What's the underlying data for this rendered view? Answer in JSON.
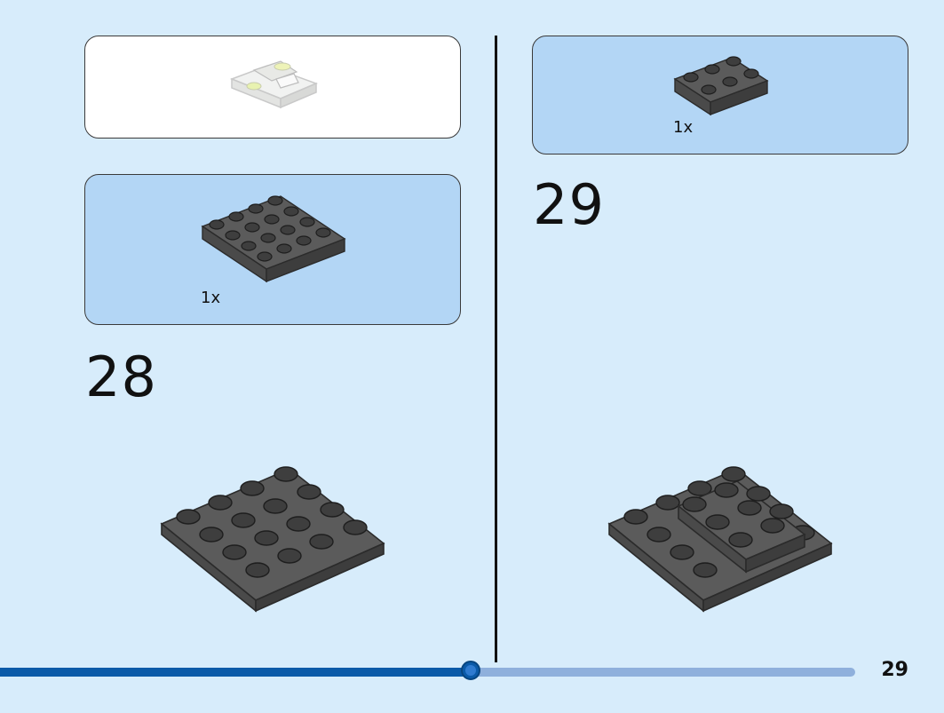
{
  "step_28": {
    "number": "28",
    "parts_quantity": "1x",
    "part_name": "plate-4x4-dark-gray"
  },
  "step_29": {
    "number": "29",
    "parts_quantity": "1x",
    "part_name": "plate-2x3-dark-gray"
  },
  "page_number": "29",
  "progress": {
    "fraction": 0.55
  },
  "colors": {
    "background": "#d7ecfb",
    "parts_panel": "#b3d6f5",
    "brick_top": "#5b5b5b",
    "brick_side": "#464646",
    "progress_fill": "#0a5aa8",
    "progress_track": "#8fb0dc"
  },
  "icons": [
    "previous-step-model-icon",
    "brick-4x4-plate-icon",
    "brick-2x3-plate-icon"
  ]
}
